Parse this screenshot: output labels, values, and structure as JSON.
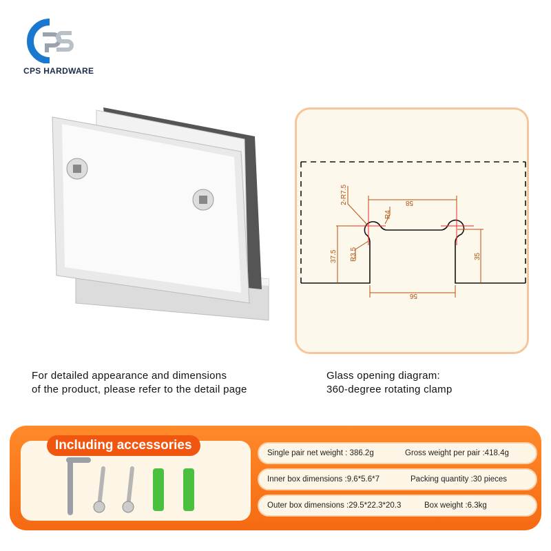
{
  "brand": {
    "logo_letters": "CPS",
    "name": "CPS HARDWARE"
  },
  "captions": {
    "left_line1": "For detailed appearance and dimensions",
    "left_line2": "of the product, please refer to the detail page",
    "right_line1": "Glass opening diagram:",
    "right_line2": "360-degree rotating clamp"
  },
  "diagram": {
    "labels": {
      "r75": "2-R7.5",
      "r4": "R4",
      "r35": "R3.5",
      "top_width": "58",
      "bottom_width": "56",
      "left_height": "37.5",
      "right_height": "35"
    }
  },
  "accessories": {
    "title": "Including accessories"
  },
  "specs": [
    {
      "left": "Single pair net weight : 386.2g",
      "right": "Gross weight per pair :418.4g"
    },
    {
      "left": "Inner box dimensions :9.6*5.6*7",
      "right": "Packing quantity :30 pieces"
    },
    {
      "left": "Outer box dimensions :29.5*22.3*20.3",
      "right": "Box weight :6.3kg"
    }
  ],
  "colors": {
    "accent": "#f56a12",
    "dim_line": "#b5500e",
    "center_line": "#ff2020"
  }
}
